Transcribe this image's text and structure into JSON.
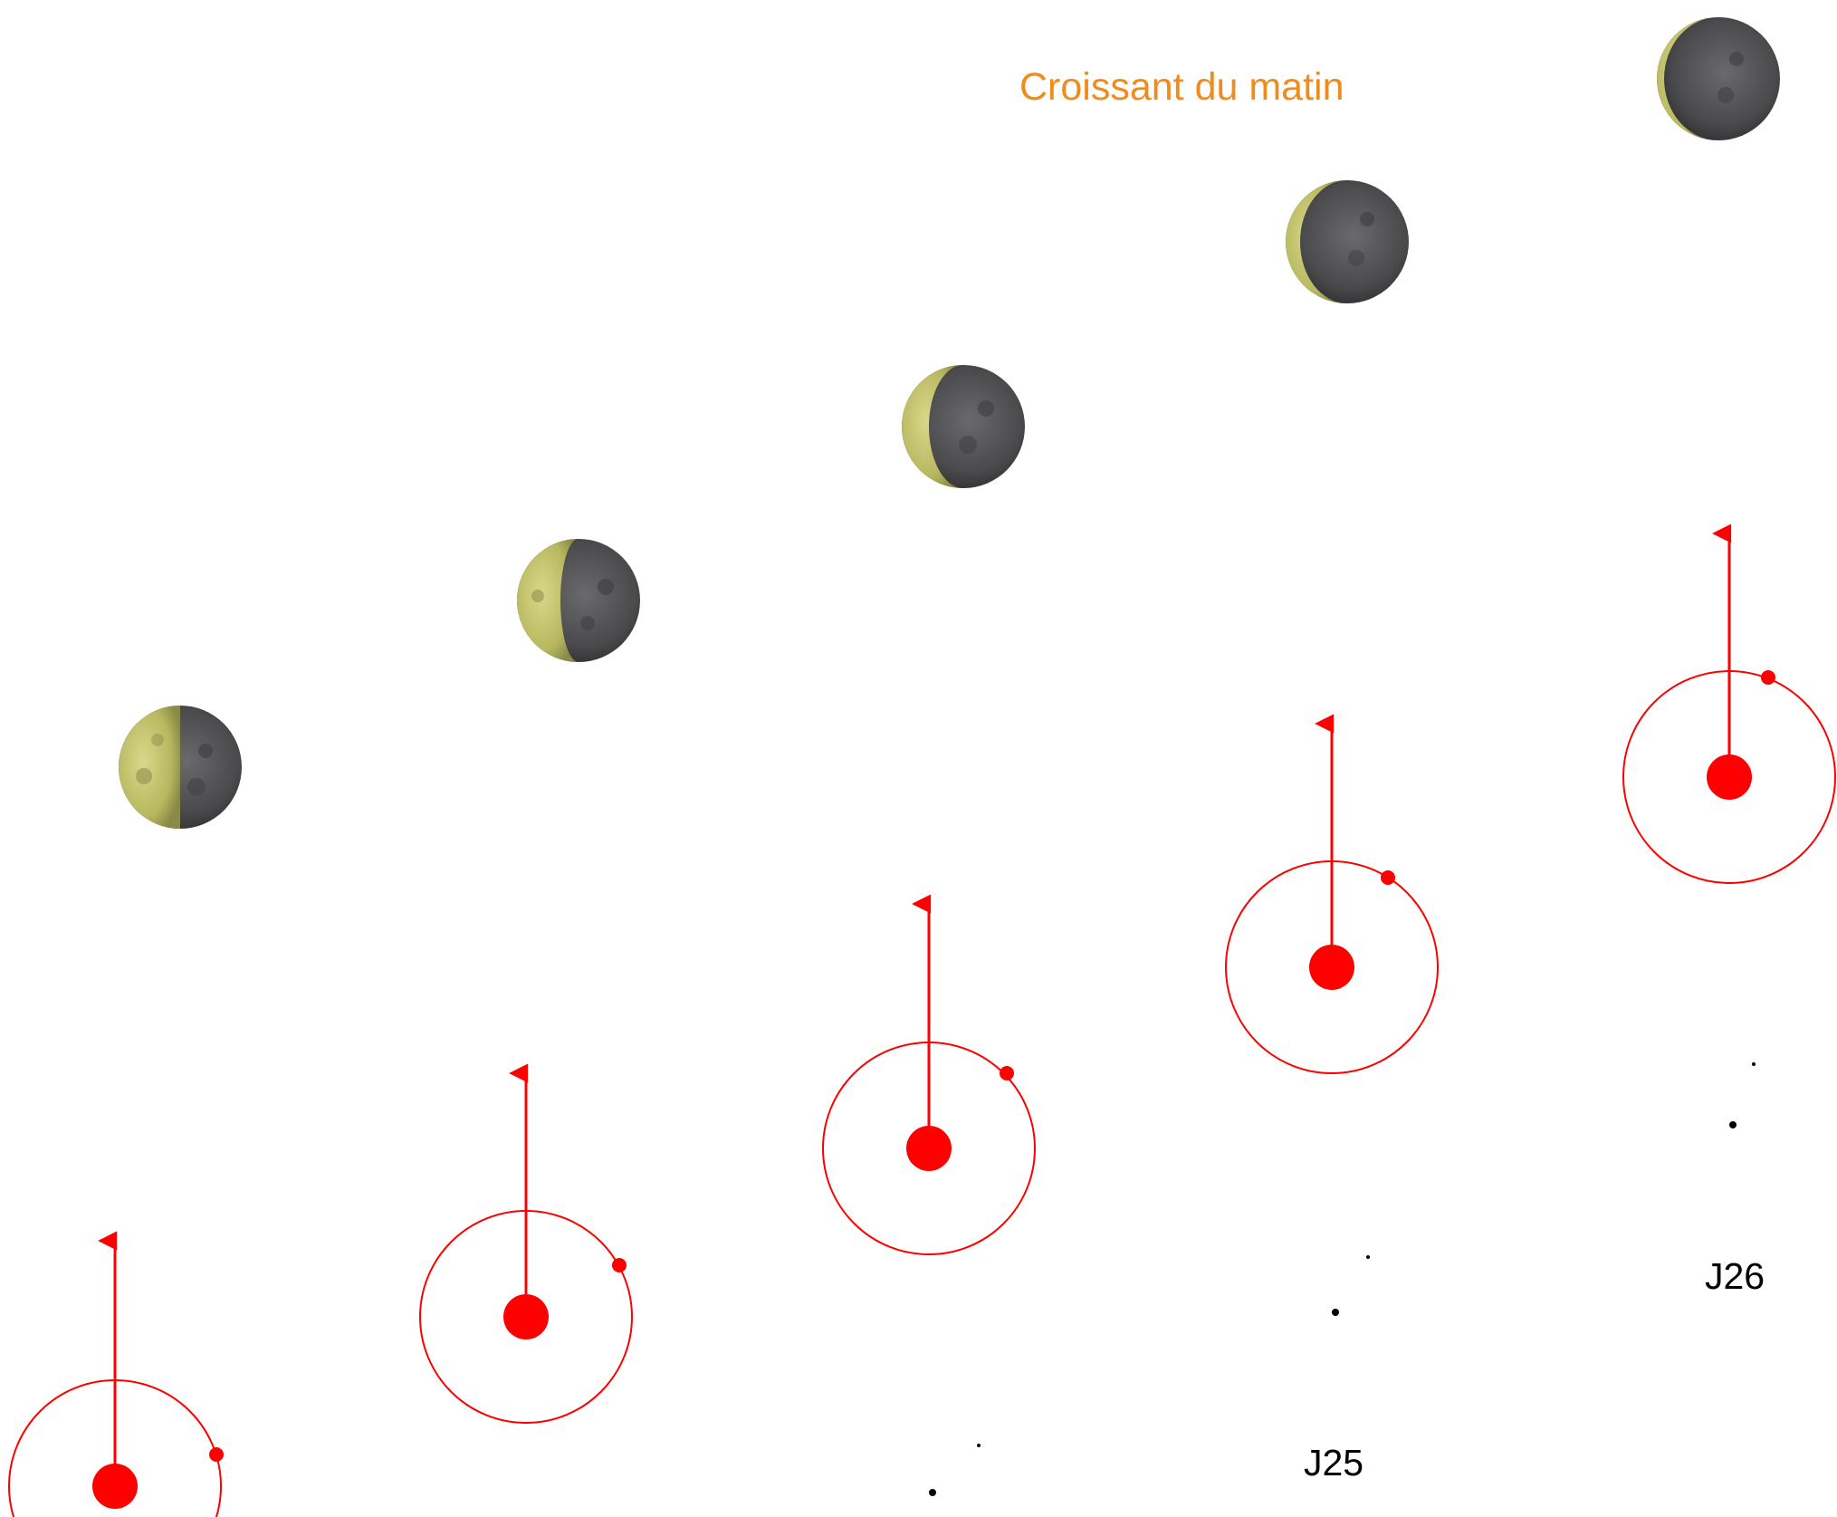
{
  "title": "Croissant du matin",
  "day_labels": [
    "J25",
    "J26"
  ],
  "colors": {
    "title": "#f08c1e",
    "orbit": "#ff0000",
    "moon_dark": "#4d4d4f",
    "moon_lit": "#c7c66a",
    "stars": "#000000"
  },
  "moon_phases": [
    {
      "lit_fraction": 0.5,
      "lit_side": "left"
    },
    {
      "lit_fraction": 0.35,
      "lit_side": "left"
    },
    {
      "lit_fraction": 0.25,
      "lit_side": "left"
    },
    {
      "lit_fraction": 0.15,
      "lit_side": "left"
    },
    {
      "lit_fraction": 0.07,
      "lit_side": "left"
    }
  ]
}
